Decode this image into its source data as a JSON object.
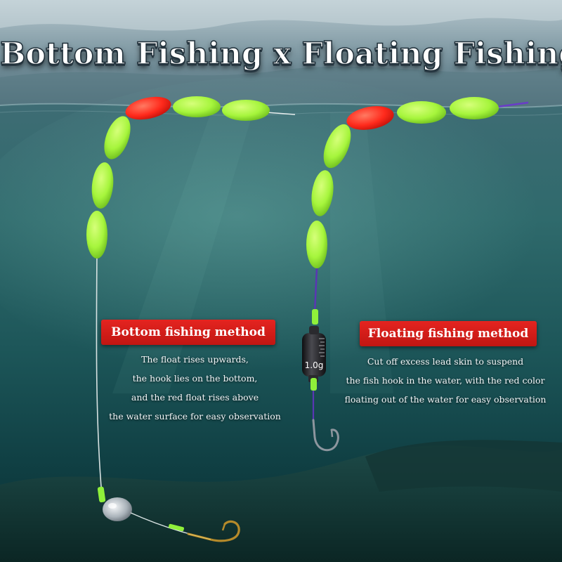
{
  "title": "Bottom Fishing x Floating Fishing",
  "left_panel": {
    "heading": "Bottom fishing method",
    "lines": [
      "The float rises upwards,",
      "the hook lies on the bottom,",
      "and the red float rises above",
      "the water surface for easy observation"
    ]
  },
  "right_panel": {
    "heading": "Floating fishing method",
    "lines": [
      "Cut off excess lead skin to suspend",
      "the fish hook in the water, with the red color",
      "floating out of the water for easy observation"
    ]
  },
  "sinker_label": "1.0g",
  "colors": {
    "float_green": "#a6f53c",
    "float_red": "#ff2a1c",
    "badge_red": "#d81c18",
    "water_deep": "#0f3e42"
  }
}
